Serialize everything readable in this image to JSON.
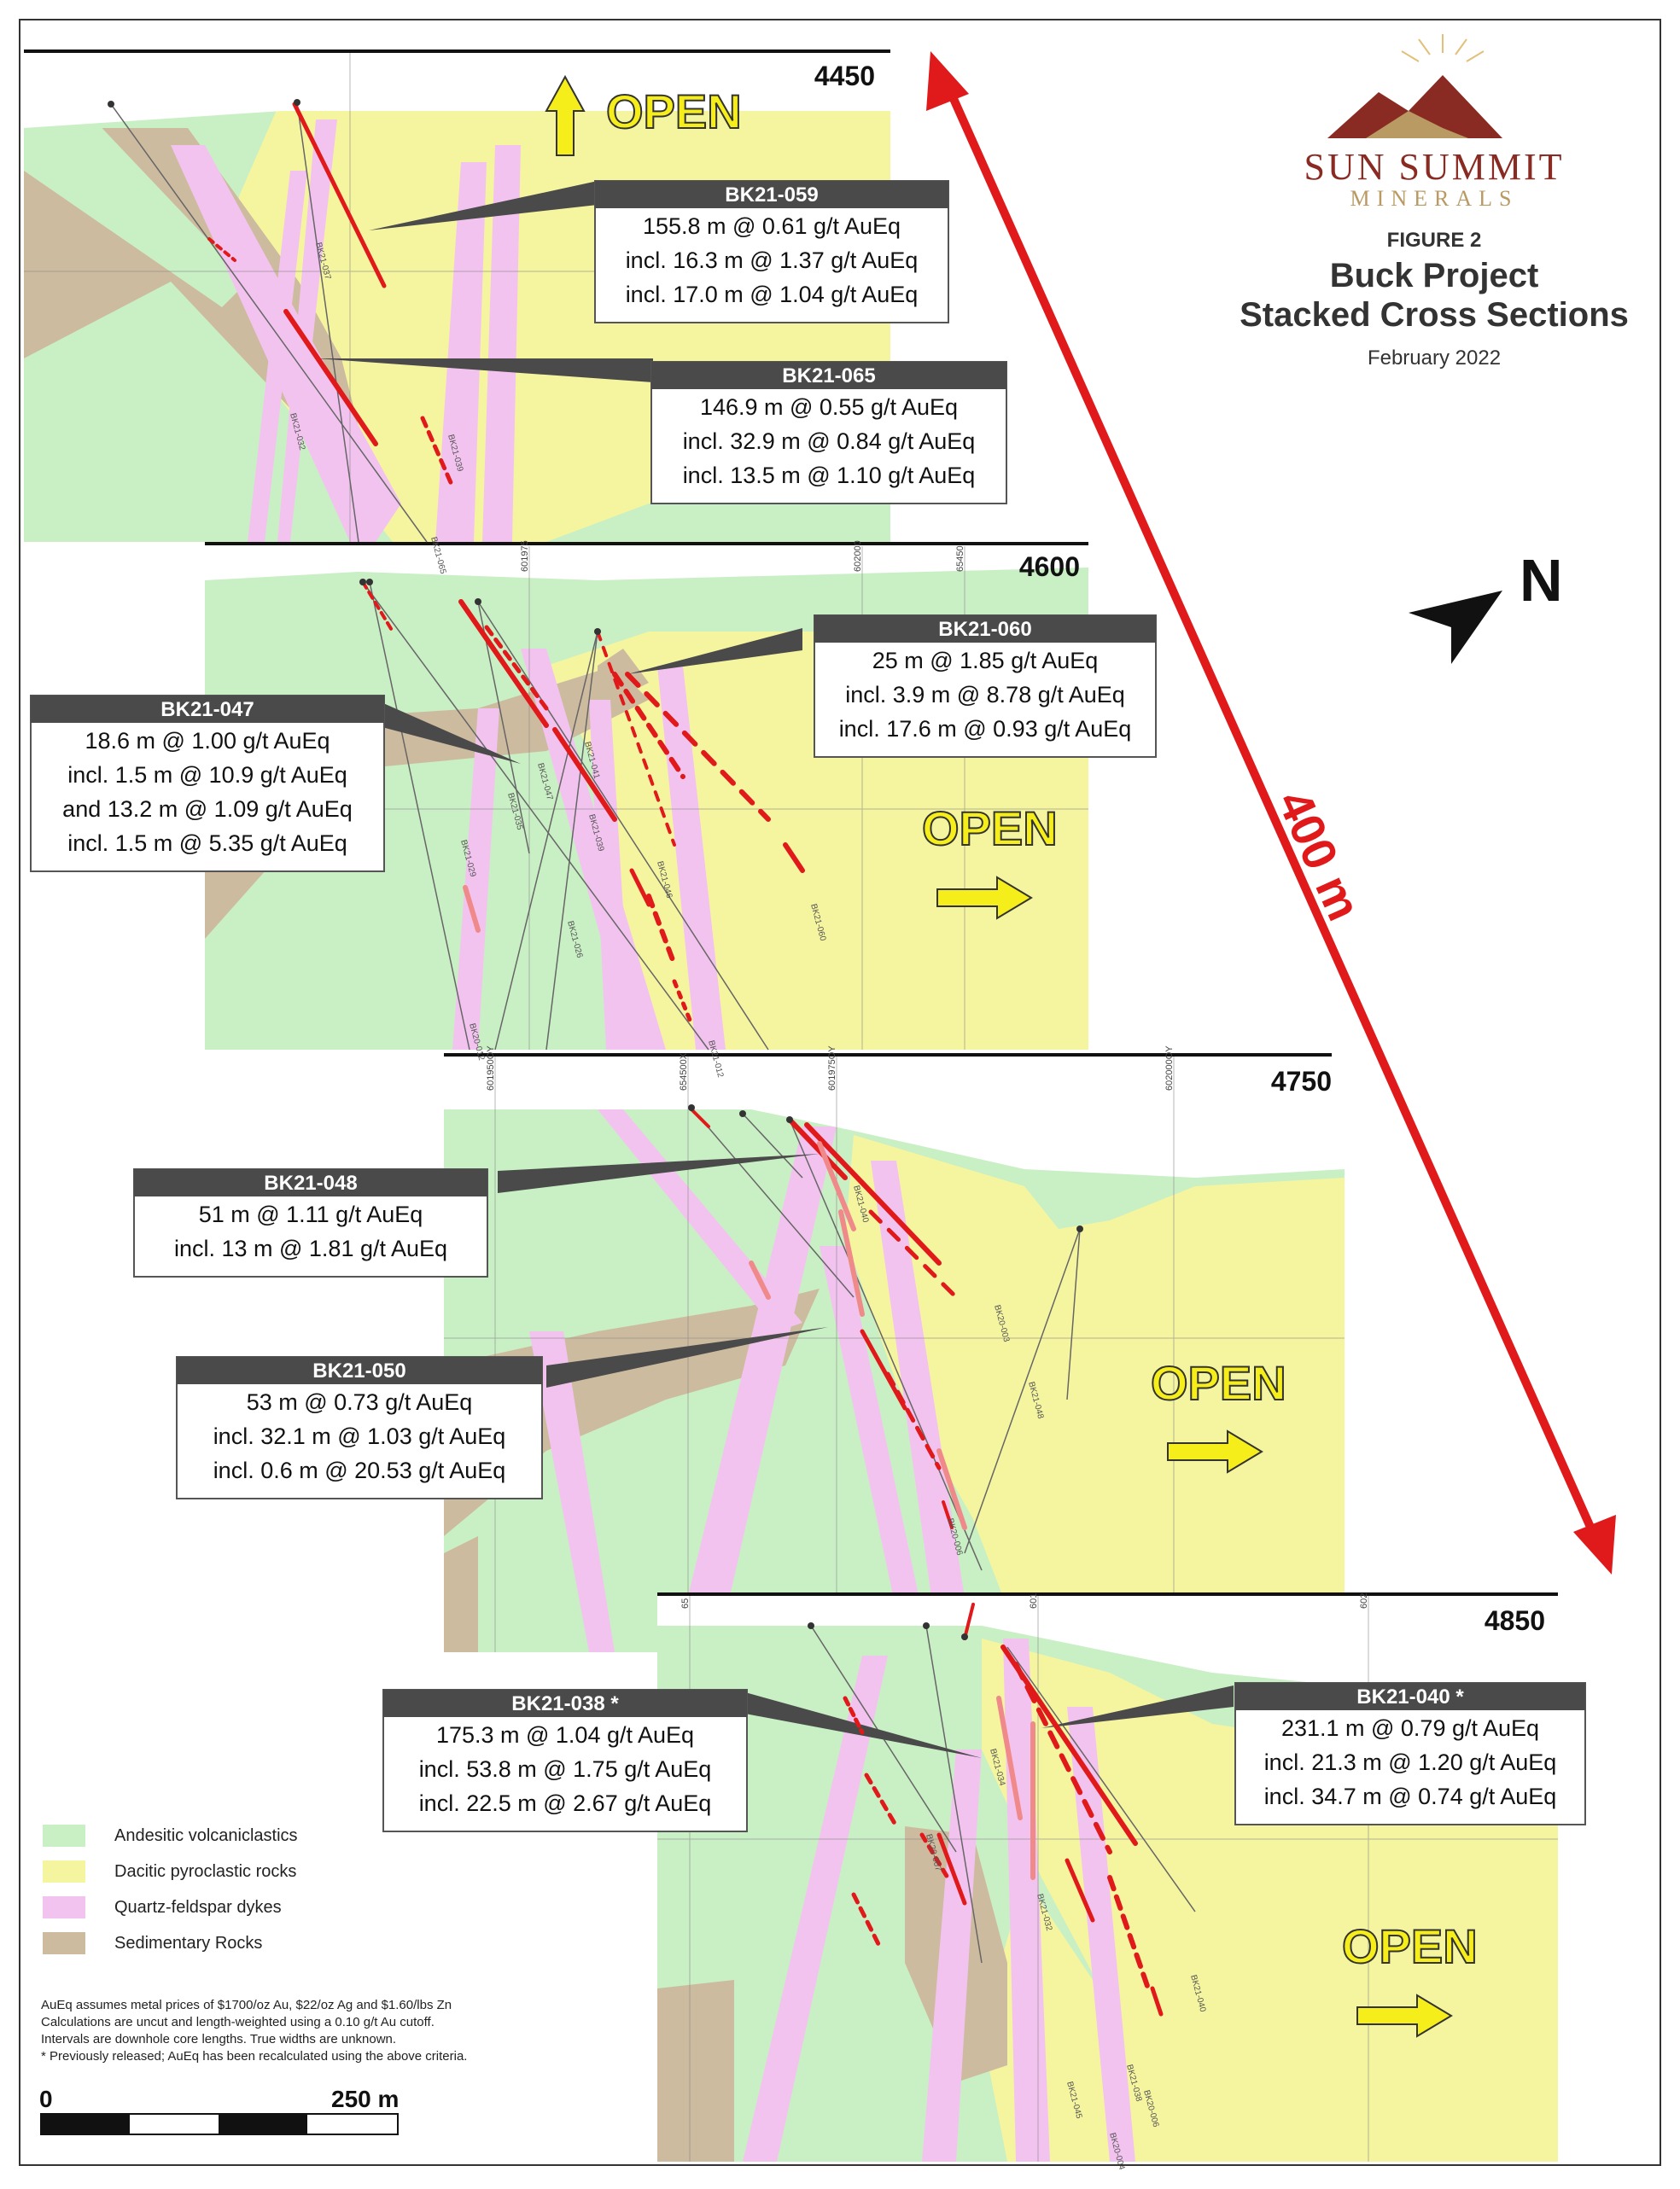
{
  "brand": {
    "name": "SUN SUMMIT",
    "sub": "MINERALS"
  },
  "figure": {
    "label": "FIGURE 2",
    "title_line1": "Buck Project",
    "title_line2": "Stacked Cross Sections",
    "date": "February 2022"
  },
  "north_label": "N",
  "distance_label": "400 m",
  "open_label": "OPEN",
  "sections": [
    {
      "name": "4450",
      "grid": []
    },
    {
      "name": "4600",
      "grid": [
        "601975",
        "602000",
        "65450"
      ]
    },
    {
      "name": "4750",
      "grid": [
        "601950OY",
        "654500X",
        "601975OY",
        "602000OY"
      ]
    },
    {
      "name": "4850",
      "grid": [
        "65",
        "601",
        "602"
      ]
    }
  ],
  "callouts": [
    {
      "id": "BK21-059",
      "lines": [
        "155.8 m @ 0.61 g/t AuEq",
        "incl. 16.3 m @ 1.37 g/t AuEq",
        "incl. 17.0 m @ 1.04 g/t AuEq"
      ]
    },
    {
      "id": "BK21-065",
      "lines": [
        "146.9 m @ 0.55 g/t AuEq",
        "incl. 32.9 m @ 0.84 g/t AuEq",
        "incl. 13.5 m @ 1.10 g/t AuEq"
      ]
    },
    {
      "id": "BK21-060",
      "lines": [
        "25 m @ 1.85 g/t AuEq",
        "incl. 3.9 m @ 8.78 g/t AuEq",
        "incl. 17.6 m @ 0.93 g/t AuEq"
      ]
    },
    {
      "id": "BK21-047",
      "lines": [
        "18.6 m @ 1.00 g/t AuEq",
        "incl. 1.5 m @ 10.9 g/t AuEq",
        "and 13.2 m @ 1.09 g/t AuEq",
        "incl. 1.5 m @ 5.35 g/t AuEq"
      ]
    },
    {
      "id": "BK21-048",
      "lines": [
        "51 m @ 1.11 g/t AuEq",
        "incl. 13 m @ 1.81 g/t AuEq"
      ]
    },
    {
      "id": "BK21-050",
      "lines": [
        "53 m @ 0.73 g/t AuEq",
        "incl. 32.1 m @ 1.03 g/t AuEq",
        "incl. 0.6 m @ 20.53 g/t AuEq"
      ]
    },
    {
      "id": "BK21-038 *",
      "lines": [
        "175.3 m @ 1.04 g/t AuEq",
        "incl. 53.8 m @ 1.75 g/t AuEq",
        "incl. 22.5 m @ 2.67 g/t AuEq"
      ]
    },
    {
      "id": "BK21-040 *",
      "lines": [
        "231.1 m @ 0.79 g/t AuEq",
        "incl. 21.3 m @ 1.20 g/t AuEq",
        "incl. 34.7 m @ 0.74 g/t AuEq"
      ]
    }
  ],
  "drill_labels": [
    "BK21-037",
    "BK21-032",
    "BK21-039",
    "BK21-065",
    "BK21-047",
    "BK21-035",
    "BK21-041",
    "BK21-039",
    "BK21-029",
    "BK21-026",
    "BK21-046",
    "BK21-060",
    "BK20-012",
    "BK21-012",
    "BK21-040",
    "BK20-003",
    "BK21-048",
    "BK20-006",
    "BK20-007",
    "BK21-034",
    "BK21-032",
    "BK21-040",
    "BK21-038",
    "BK21-045",
    "BK20-004",
    "BK20-006"
  ],
  "legend": [
    {
      "label": "Andesitic volcaniclastics",
      "color": "#c9efc4"
    },
    {
      "label": "Dacitic pyroclastic rocks",
      "color": "#f6f59f"
    },
    {
      "label": "Quartz-feldspar dykes",
      "color": "#f3c3f0"
    },
    {
      "label": "Sedimentary Rocks",
      "color": "#cdbb9f"
    }
  ],
  "notes": [
    "AuEq assumes metal prices of $1700/oz Au, $22/oz Ag and $1.60/lbs Zn",
    "Calculations are uncut and length-weighted using a 0.10 g/t Au cutoff.",
    "Intervals are downhole core lengths. True widths are unknown.",
    "* Previously released; AuEq has been recalculated using the above criteria."
  ],
  "scale": {
    "start": "0",
    "end": "250 m"
  },
  "colors": {
    "andesite": "#c9efc4",
    "dacite": "#f6f59f",
    "dyke": "#f3c3f0",
    "sediment": "#cdbb9f",
    "intercept": "#e0191b",
    "callout_header": "#4a4a4a",
    "arrow": "#f5ee1a"
  }
}
